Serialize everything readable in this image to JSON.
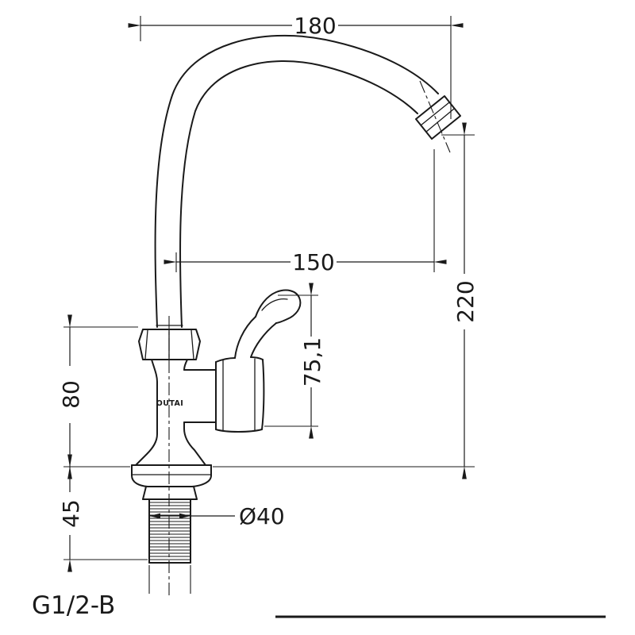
{
  "canvas": {
    "background": "#ffffff",
    "ink": "#1a1a1a"
  },
  "drawing": {
    "brand": "OUTAI",
    "dimensions": {
      "top_width": "180",
      "spout_reach": "150",
      "outlet_height": "220",
      "handle_height": "75,1",
      "body_height": "80",
      "shank_length": "45",
      "base_diameter": "Ø40",
      "thread_spec": "G1/2-B"
    }
  }
}
